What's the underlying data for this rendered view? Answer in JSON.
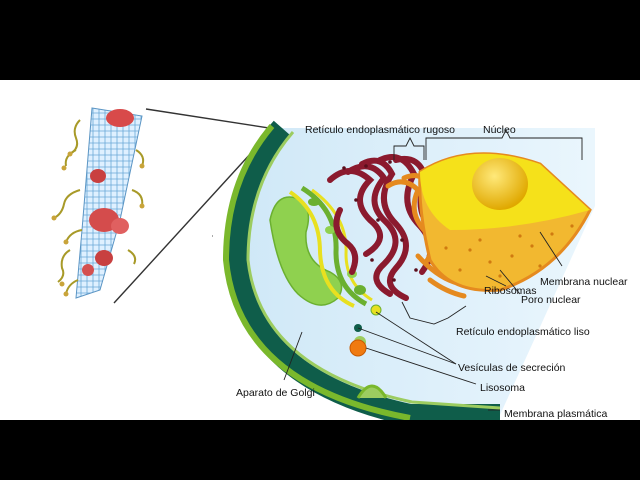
{
  "labels": {
    "rer": "Retículo endoplasmático rugoso",
    "nucleus": "Núcleo",
    "nuclear_membrane": "Membrana nuclear",
    "nuclear_pore": "Poro nuclear",
    "ribosomes": "Ribosomas",
    "ser": "Retículo endoplasmático liso",
    "vesicles": "Vesículas de secreción",
    "lysosome": "Lisosoma",
    "golgi": "Aparato de Golgi",
    "plasma_membrane": "Membrana plasmática"
  },
  "colors": {
    "background": "#ffffff",
    "letterbox": "#000000",
    "cytoplasm": "#d8eefa",
    "membrane_outer": "#7ab82c",
    "membrane_dark": "#0f5d4a",
    "golgi": "#8fd14f",
    "rer": "#8b1a2e",
    "ser": "#e58a1f",
    "nucleus": "#f5e11a",
    "nucleoplasm": "#f2b830",
    "nucleolus": "#f0c000",
    "vesicle": "#0f5d4a",
    "lysosome": "#f07a10"
  }
}
